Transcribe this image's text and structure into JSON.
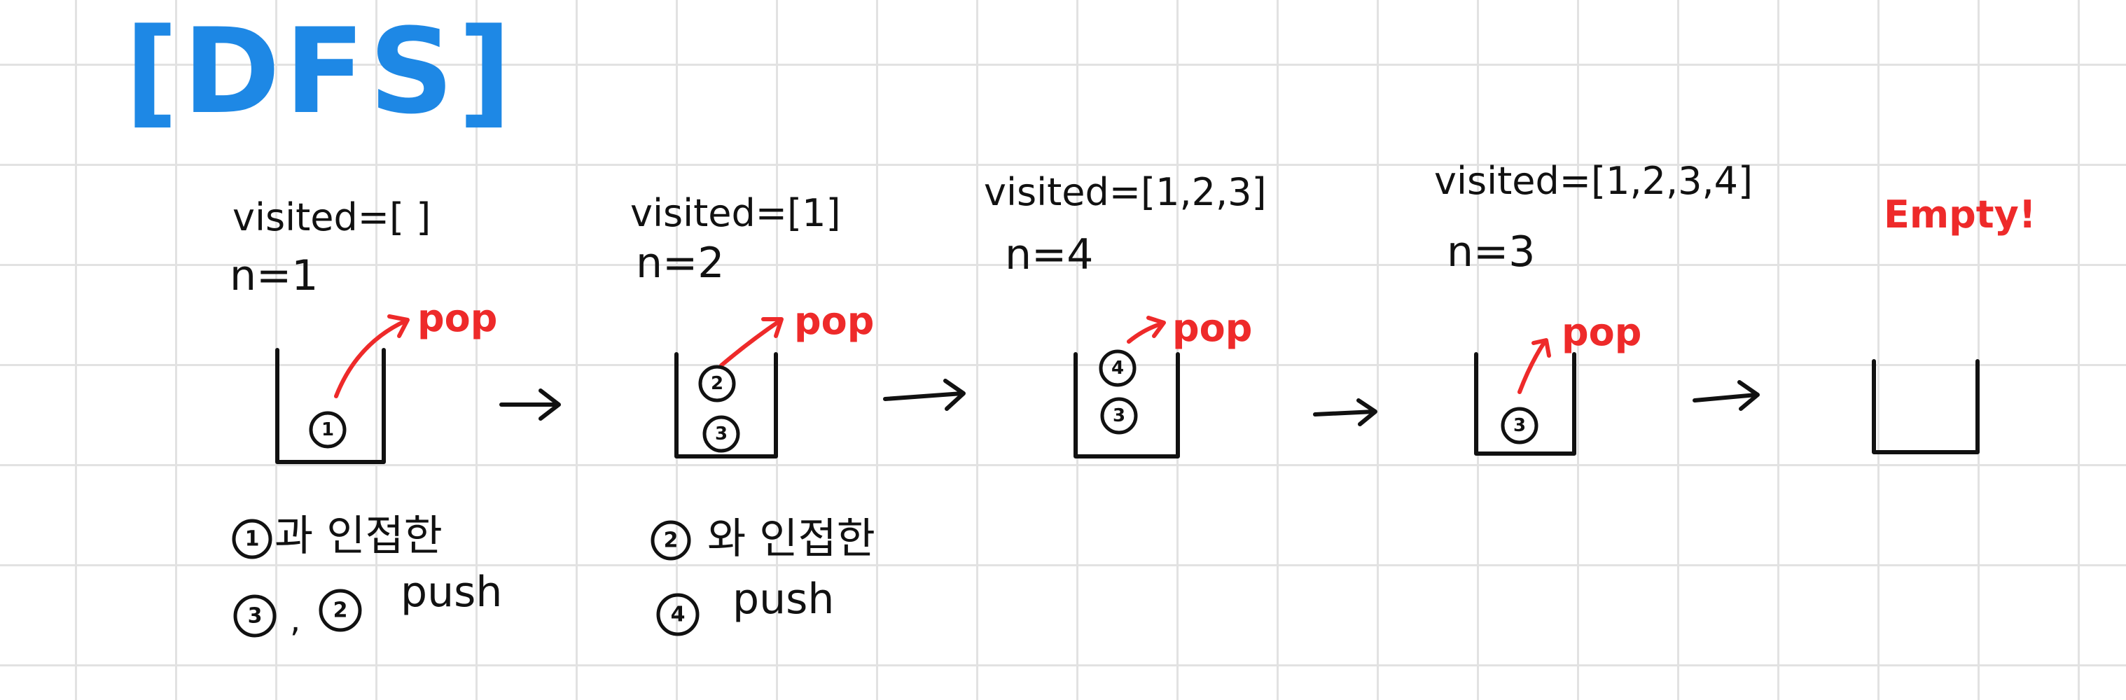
{
  "title": "[DFS]",
  "colors": {
    "accent_blue": "#1e88e5",
    "pop_red": "#ee2a2a",
    "ink": "#111111",
    "grid": "#e2e2e2"
  },
  "pop_label": "pop",
  "empty_label": "Empty!",
  "steps": [
    {
      "visited": "visited=[ ]",
      "n": "n=1",
      "stack": [
        "1"
      ]
    },
    {
      "visited": "visited=[1]",
      "n": "n=2",
      "stack": [
        "2",
        "3"
      ]
    },
    {
      "visited": "visited=[1,2,3]",
      "n": "n=4",
      "stack": [
        "4",
        "3"
      ]
    },
    {
      "visited": "visited=[1,2,3,4]",
      "n": "n=3",
      "stack": [
        "3"
      ]
    },
    {
      "stack": []
    }
  ],
  "notes": [
    {
      "line1_node": "1",
      "line1_text": "과 인접한",
      "line2_nodes": [
        "3",
        "2"
      ],
      "line2_text": "push"
    },
    {
      "line1_node": "2",
      "line1_text": "와 인접한",
      "line2_nodes": [
        "4"
      ],
      "line2_text": "push"
    }
  ]
}
